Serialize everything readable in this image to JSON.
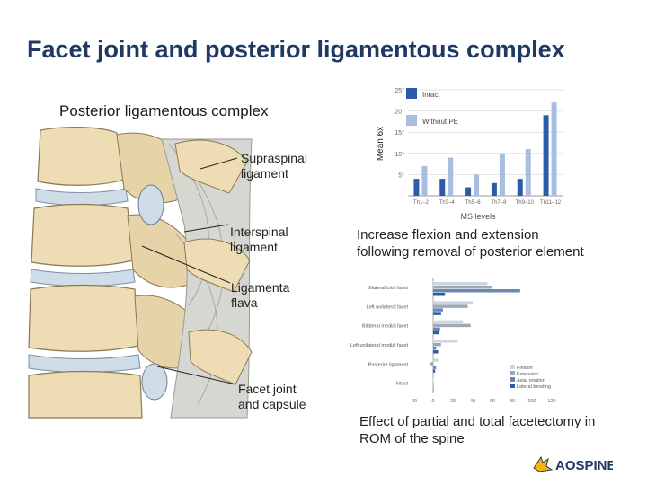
{
  "slide": {
    "title": "Facet joint and posterior ligamentous complex",
    "subtitle": "Posterior ligamentous complex"
  },
  "anatomy": {
    "labels": [
      {
        "line1": "Supraspinal",
        "line2": "ligament"
      },
      {
        "line1": "Interspinal",
        "line2": "ligament"
      },
      {
        "line1": "Ligamenta",
        "line2": "flava"
      },
      {
        "line1": "Facet joint",
        "line2": "and capsule"
      }
    ]
  },
  "captions": {
    "top_line1": "Increase flexion and extension",
    "top_line2": "following removal of posterior element",
    "bottom_line1": "Effect of partial and total facetectomy in",
    "bottom_line2": "ROM of the spine"
  },
  "logo": {
    "text": "AOSPINE"
  },
  "colors": {
    "title": "#1f3864",
    "dark_series": "#2a5ca8",
    "light_series": "#a9bde0",
    "bone": "#eddcb4",
    "disc": "#cfdde9"
  },
  "chart_data": [
    {
      "type": "bar",
      "ylabel": "Mean 6x",
      "xlabel": "MS levels",
      "ylim": [
        0,
        25
      ],
      "y_ticks": [
        "5°",
        "10°",
        "15°",
        "20°",
        "25°"
      ],
      "categories": [
        "Th1–2",
        "Th3–4",
        "Th5–6",
        "Th7–8",
        "Th9–10",
        "Th11–12"
      ],
      "series": [
        {
          "name": "Intact",
          "values": [
            4,
            4,
            2,
            3,
            4,
            19
          ]
        },
        {
          "name": "Without PE",
          "values": [
            7,
            9,
            5,
            10,
            11,
            22
          ]
        }
      ],
      "legend": "top"
    },
    {
      "type": "bar",
      "orientation": "horizontal",
      "categories": [
        "Bilateral total facet",
        "Left unilateral facet",
        "Bilateral medial facet",
        "Left unilateral medial facet",
        "Posterior ligament",
        "Intact"
      ],
      "x_ticks": [
        "-20",
        "0",
        "20",
        "40",
        "60",
        "80",
        "100",
        "120"
      ],
      "xlim": [
        -20,
        120
      ],
      "series": [
        {
          "name": "Flexion",
          "values": [
            55,
            40,
            30,
            25,
            5,
            0
          ]
        },
        {
          "name": "Extension",
          "values": [
            60,
            35,
            38,
            8,
            -3,
            0
          ]
        },
        {
          "name": "Axial rotation",
          "values": [
            88,
            10,
            7,
            3,
            3,
            0
          ]
        },
        {
          "name": "Lateral bending",
          "values": [
            12,
            8,
            6,
            5,
            2,
            0
          ]
        }
      ],
      "legend": "bottom-right"
    }
  ]
}
